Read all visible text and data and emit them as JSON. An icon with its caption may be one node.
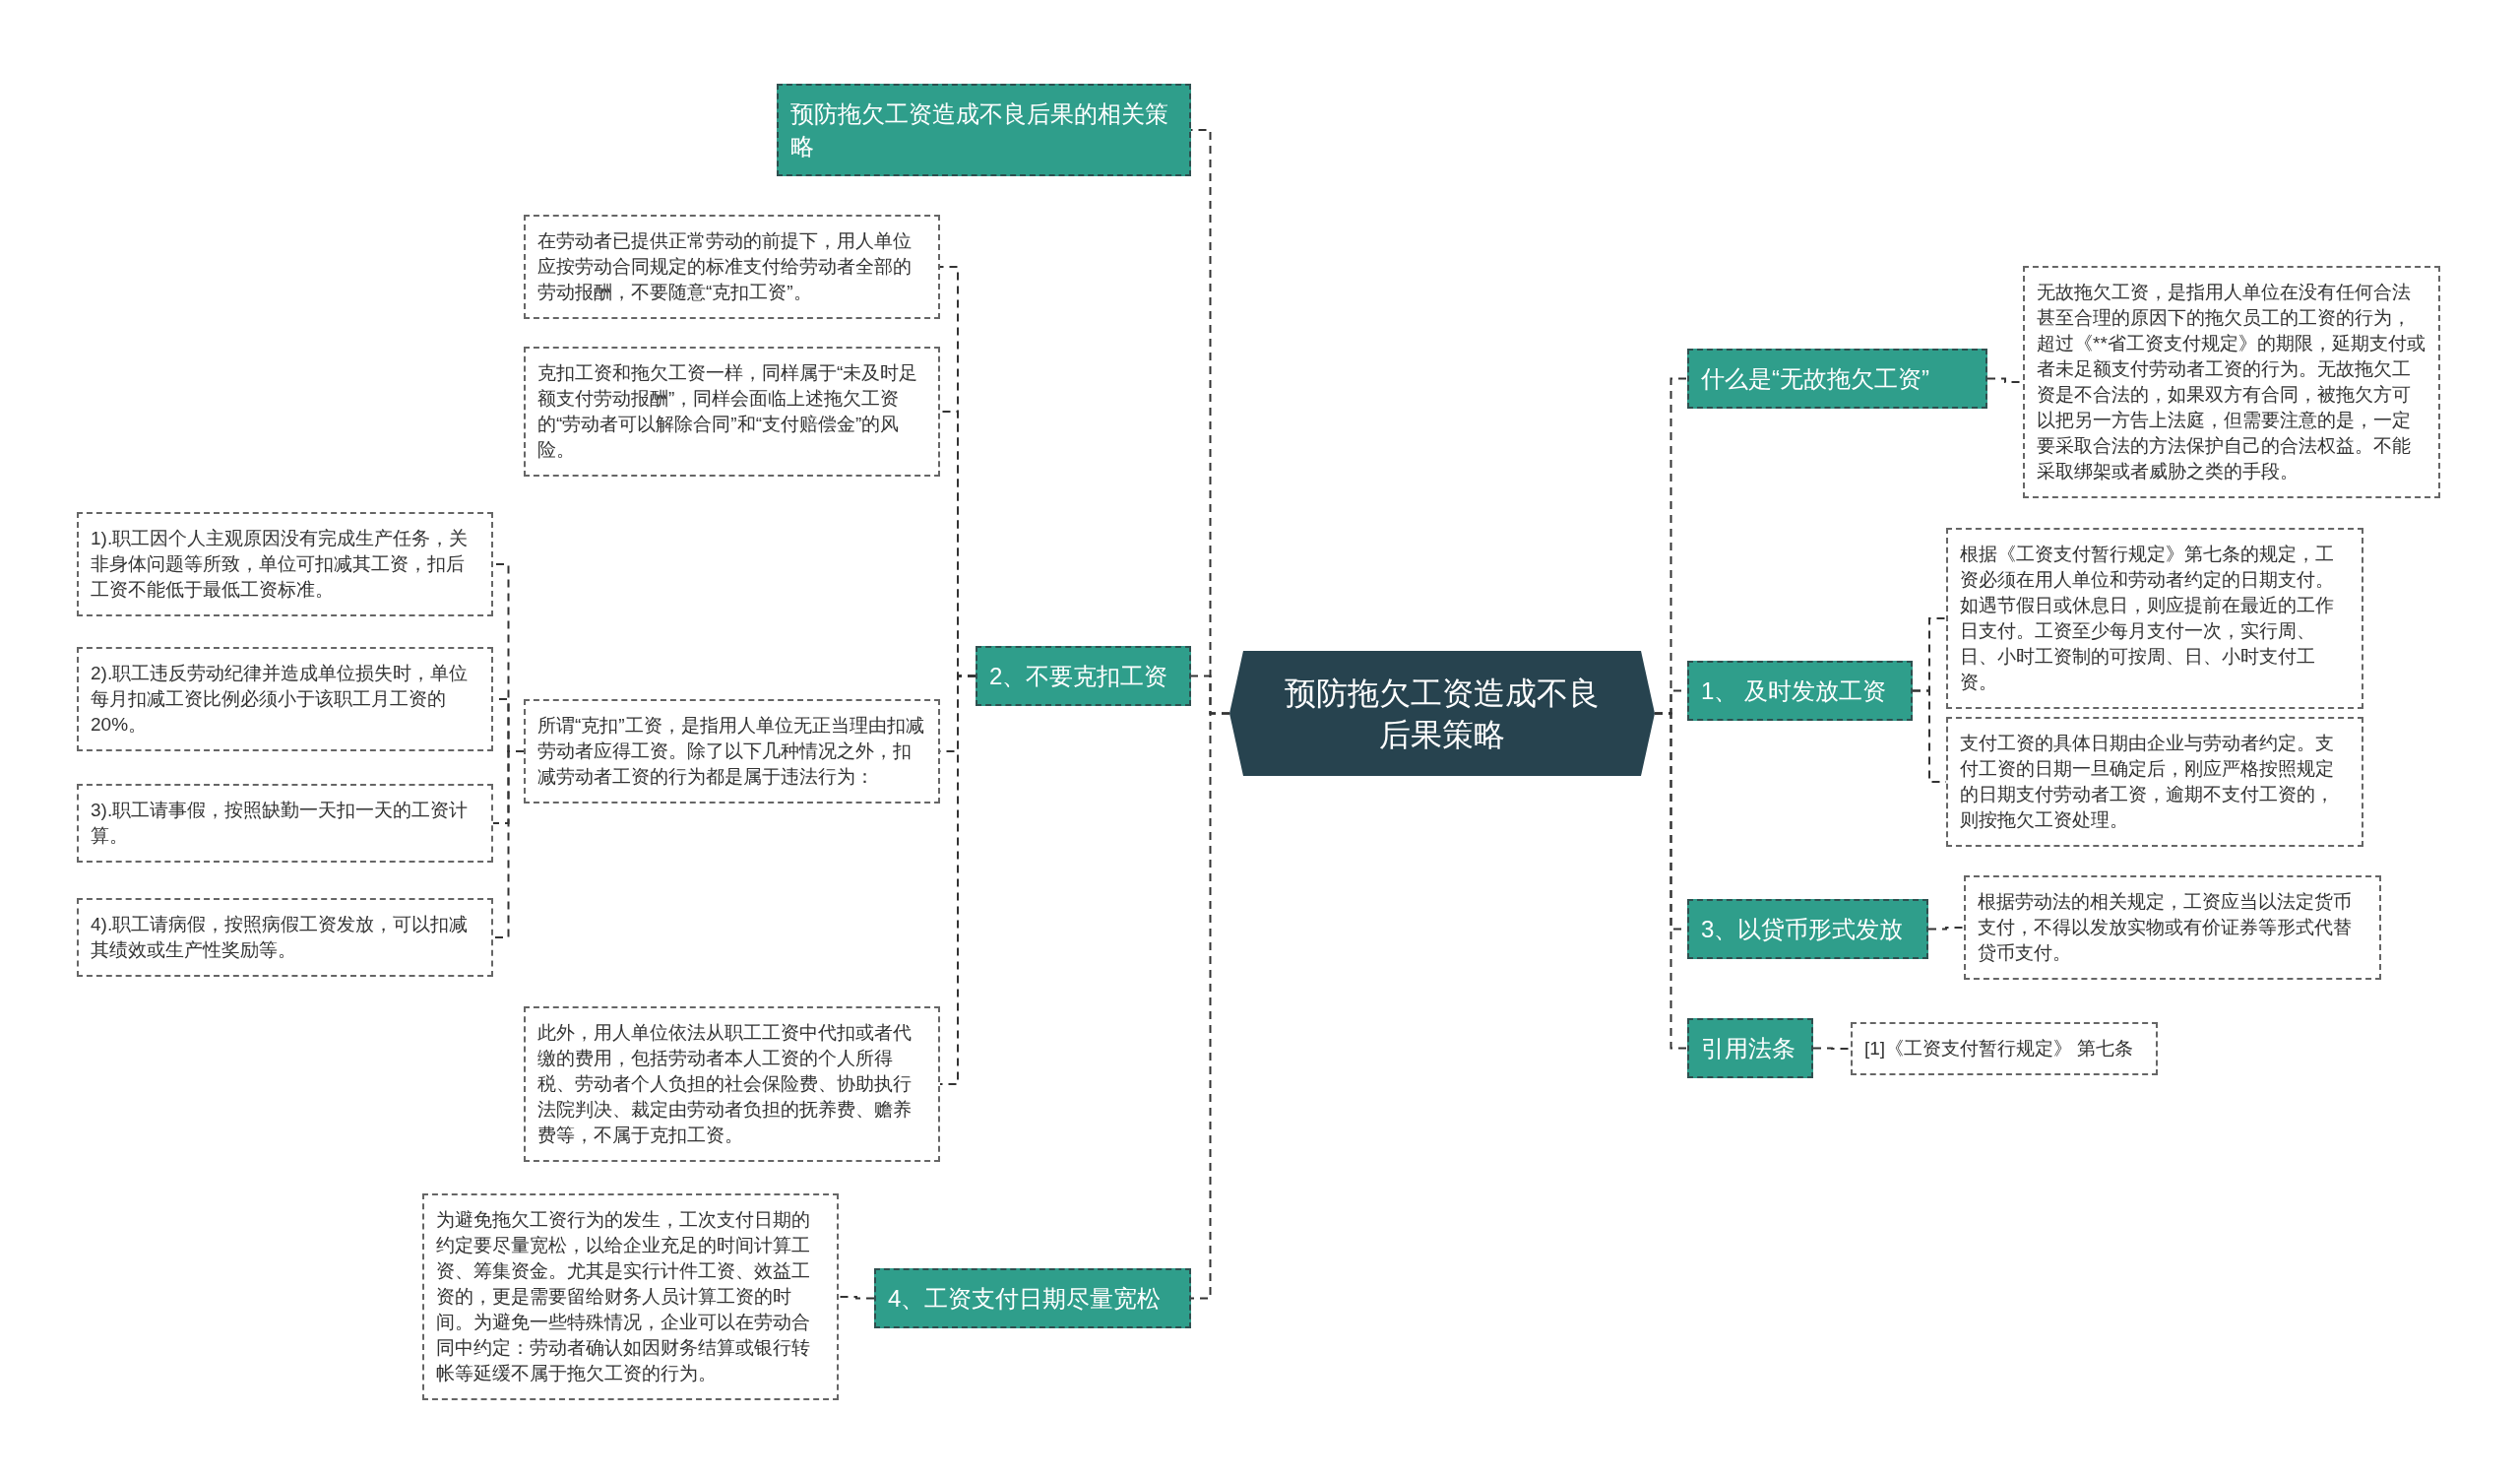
{
  "diagram": {
    "nodes": [
      {
        "text": [
          "预防拖欠工资造成不良后果策略"
        ]
      },
      {
        "text": [
          "预防拖欠工资造成不良后果的相关策略"
        ]
      },
      {
        "text": [
          "2、不要克扣工资"
        ]
      },
      {
        "text": [
          "在劳动者已提供正常劳动的前提下，用人单位应按劳动合同规定的标准支付给劳动者全部的劳动报酬，不要随意“克扣工资”。"
        ]
      },
      {
        "text": [
          "克扣工资和拖欠工资一样，同样属于“未及时足额支付劳动报酬”，同样会面临上述拖欠工资的“劳动者可以解除合同”和“支付赔偿金”的风险。"
        ]
      },
      {
        "text": [
          "所谓“克扣”工资，是指用人单位无正当理由扣减劳动者应得工资。除了以下几种情况之外，扣减劳动者工资的行为都是属于违法行为："
        ]
      },
      {
        "text": [
          "1).职工因个人主观原因没有完成生产任务，关非身体问题等所致，单位可扣减其工资，扣后工资不能低于最低工资标准。"
        ]
      },
      {
        "text": [
          "2).职工违反劳动纪律并造成单位损失时，单位每月扣减工资比例必须小于该职工月工资的20%。"
        ]
      },
      {
        "text": [
          "3).职工请事假，按照缺勤一天扣一天的工资计算。"
        ]
      },
      {
        "text": [
          "4).职工请病假，按照病假工资发放，可以扣减其绩效或生产性奖励等。"
        ]
      },
      {
        "text": [
          "此外，用人单位依法从职工工资中代扣或者代缴的费用，包括劳动者本人工资的个人所得税、劳动者个人负担的社会保险费、协助执行法院判决、裁定由劳动者负担的抚养费、赡养费等，不属于克扣工资。"
        ]
      },
      {
        "text": [
          "4、工资支付日期尽量宽松"
        ]
      },
      {
        "text": [
          "为避免拖欠工资行为的发生，工次支付日期的约定要尽量宽松，以给企业充足的时间计算工资、筹集资金。尤其是实行计件工资、效益工资的，更是需要留给财务人员计算工资的时间。为避免一些特殊情况，企业可以在劳动合同中约定：劳动者确认如因财务结算或银行转帐等延缓不属于拖欠工资的行为。"
        ]
      },
      {
        "text": [
          "什么是“无故拖欠工资”"
        ]
      },
      {
        "text": [
          "无故拖欠工资，是指用人单位在没有任何合法甚至合理的原因下的拖欠员工的工资的行为，超过《**省工资支付规定》的期限，延期支付或者未足额支付劳动者工资的行为。无故拖欠工资是不合法的，如果双方有合同，被拖欠方可以把另一方告上法庭，但需要注意的是，一定要采取合法的方法保护自己的合法权益。不能采取绑架或者威胁之类的手段。"
        ]
      },
      {
        "text": [
          "1、 及时发放工资"
        ]
      },
      {
        "text": [
          "根据《工资支付暂行规定》第七条的规定，工资必须在用人单位和劳动者约定的日期支付。如遇节假日或休息日，则应提前在最近的工作日支付。工资至少每月支付一次，实行周、日、小时工资制的可按周、日、小时支付工资。"
        ]
      },
      {
        "text": [
          "支付工资的具体日期由企业与劳动者约定。支付工资的日期一旦确定后，刚应严格按照规定的日期支付劳动者工资，逾期不支付工资的，则按拖欠工资处理。"
        ]
      },
      {
        "text": [
          "3、以贷币形式发放"
        ]
      },
      {
        "text": [
          "根据劳动法的相关规定，工资应当以法定货币支付，不得以发放实物或有价证券等形式代替贷币支付。"
        ]
      },
      {
        "text": [
          "引用法条"
        ]
      },
      {
        "text": [
          "[1]《工资支付暂行规定》 第七条"
        ]
      }
    ],
    "edges": [
      {
        "from": 0,
        "to": 1,
        "arrow": "none",
        "style": "dashed"
      },
      {
        "from": 0,
        "to": 2,
        "arrow": "none",
        "style": "dashed"
      },
      {
        "from": 2,
        "to": 3,
        "arrow": "none",
        "style": "dashed"
      },
      {
        "from": 2,
        "to": 4,
        "arrow": "none",
        "style": "dashed"
      },
      {
        "from": 2,
        "to": 5,
        "arrow": "none",
        "style": "dashed"
      },
      {
        "from": 5,
        "to": 6,
        "arrow": "none",
        "style": "dashed"
      },
      {
        "from": 5,
        "to": 7,
        "arrow": "none",
        "style": "dashed"
      },
      {
        "from": 5,
        "to": 8,
        "arrow": "none",
        "style": "dashed"
      },
      {
        "from": 5,
        "to": 9,
        "arrow": "none",
        "style": "dashed"
      },
      {
        "from": 2,
        "to": 10,
        "arrow": "none",
        "style": "dashed"
      },
      {
        "from": 0,
        "to": 11,
        "arrow": "none",
        "style": "dashed"
      },
      {
        "from": 11,
        "to": 12,
        "arrow": "none",
        "style": "dashed"
      },
      {
        "from": 0,
        "to": 13,
        "arrow": "none",
        "style": "dashed"
      },
      {
        "from": 13,
        "to": 14,
        "arrow": "none",
        "style": "dashed"
      },
      {
        "from": 0,
        "to": 15,
        "arrow": "none",
        "style": "dashed"
      },
      {
        "from": 15,
        "to": 16,
        "arrow": "none",
        "style": "dashed"
      },
      {
        "from": 15,
        "to": 17,
        "arrow": "none",
        "style": "dashed"
      },
      {
        "from": 0,
        "to": 18,
        "arrow": "none",
        "style": "dashed"
      },
      {
        "from": 18,
        "to": 19,
        "arrow": "none",
        "style": "dashed"
      },
      {
        "from": 0,
        "to": 20,
        "arrow": "none",
        "style": "dashed"
      },
      {
        "from": 20,
        "to": 21,
        "arrow": "none",
        "style": "dashed"
      }
    ]
  }
}
